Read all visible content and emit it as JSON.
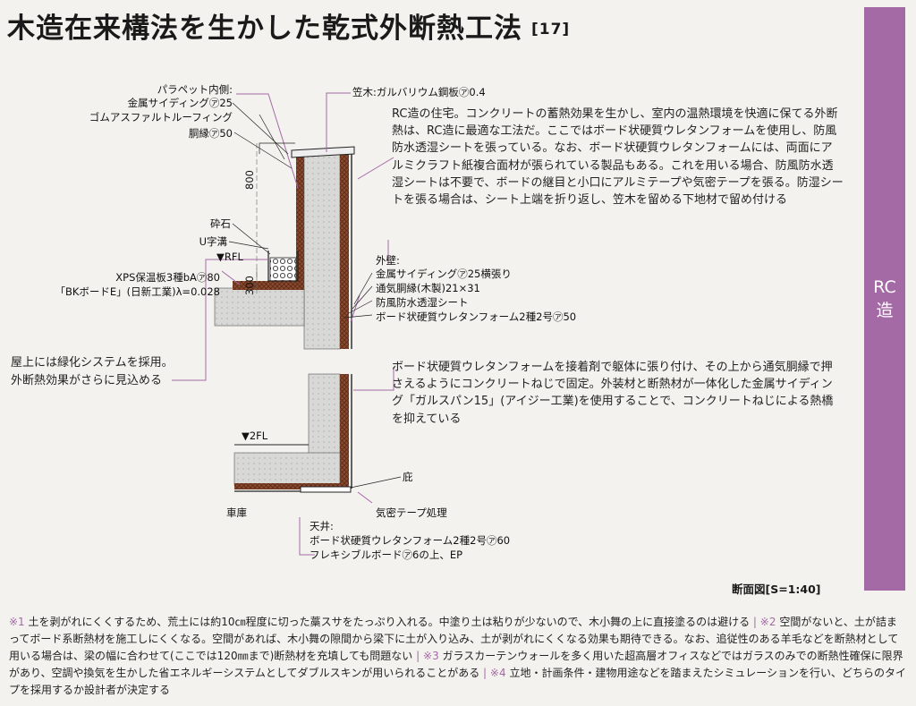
{
  "header": {
    "title": "木造在来構法を生かした乾式外断熱工法",
    "number": "[17]"
  },
  "side_tab": {
    "line1": "RC",
    "line2": "造"
  },
  "main": {
    "paragraph1": "RC造の住宅。コンクリートの蓄熱効果を生かし、室内の温熱環境を快適に保てる外断熱は、RC造に最適な工法だ。ここではボード状硬質ウレタンフォームを使用し、防風防水透湿シートを張っている。なお、ボード状硬質ウレタンフォームには、両面にアルミクラフト紙複合面材が張られている製品もある。これを用いる場合、防風防水透湿シートは不要で、ボードの継目と小口にアルミテープや気密テープを張る。防湿シートを張る場合は、シート上端を折り返し、笠木を留める下地材で留め付ける",
    "paragraph2": "ボード状硬質ウレタンフォームを接着剤で躯体に張り付け、その上から通気胴縁で押さえるようにコンクリートねじで固定。外装材と断熱材が一体化した金属サイディング「ガルスパン15」(アイジー工業)を使用することで、コンクリートねじによる熱橋を抑えている",
    "paragraph3": "屋上には緑化システムを採用。外断熱効果がさらに見込める"
  },
  "labels": {
    "parapet_1": "パラペット内側:",
    "parapet_2": "金属サイディング㋐25",
    "parapet_3": "ゴムアスファルトルーフィング",
    "parapet_4": "胴縁㋐50",
    "kasagi": "笠木:ガルバリウム鋼板㋐0.4",
    "saiseki": "砕石",
    "u_ditch": "U字溝",
    "rfl": "▼RFL",
    "xps_1": "XPS保温板3種bA㋐80",
    "xps_2": "「BKボードE」(日新工業)λ=0.028",
    "dim_800": "800",
    "dim_300": "300",
    "wall_1": "外壁:",
    "wall_2": "金属サイディング㋐25横張り",
    "wall_3": "通気胴縁(木製)21×31",
    "wall_4": "防風防水透湿シート",
    "wall_5": "ボード状硬質ウレタンフォーム2種2号㋐50",
    "fl2": "▼2FL",
    "hisashi": "庇",
    "shako": "車庫",
    "kimitsu": "気密テープ処理",
    "ceiling_1": "天井:",
    "ceiling_2": "ボード状硬質ウレタンフォーム2種2号㋐60",
    "ceiling_3": "フレキシブルボード㋐6の上、EP",
    "scale": "断面図[S=1:40]"
  },
  "footnotes": {
    "m1": "※1",
    "t1": "土を剥がれにくくするため、荒土には約10㎝程度に切った藁スサをたっぷり入れる。中塗り土は粘りが少ないので、木小舞の上に直接塗るのは避ける",
    "m2": "※2",
    "t2": "空間がないと、土が詰まってボード系断熱材を施工しにくくなる。空間があれば、木小舞の隙間から梁下に土が入り込み、土が剥がれにくくなる効果も期待できる。なお、追従性のある羊毛などを断熱材として用いる場合は、梁の幅に合わせて(ここでは120㎜まで)断熱材を充填しても問題ない",
    "m3": "※3",
    "t3": "ガラスカーテンウォールを多く用いた超高層オフィスなどではガラスのみでの断熱性確保に限界があり、空調や換気を生かした省エネルギーシステムとしてダブルスキンが用いられることがある",
    "m4": "※4",
    "t4": "立地・計画条件・建物用途などを踏まえたシミュレーションを行い、どちらのタイプを採用するか設計者が決定する",
    "separator": "|"
  },
  "colors": {
    "accent": "#a46aa6",
    "insulation": "#8b4a2e",
    "concrete": "#d6d6d4",
    "background": "#f4f2ee"
  }
}
